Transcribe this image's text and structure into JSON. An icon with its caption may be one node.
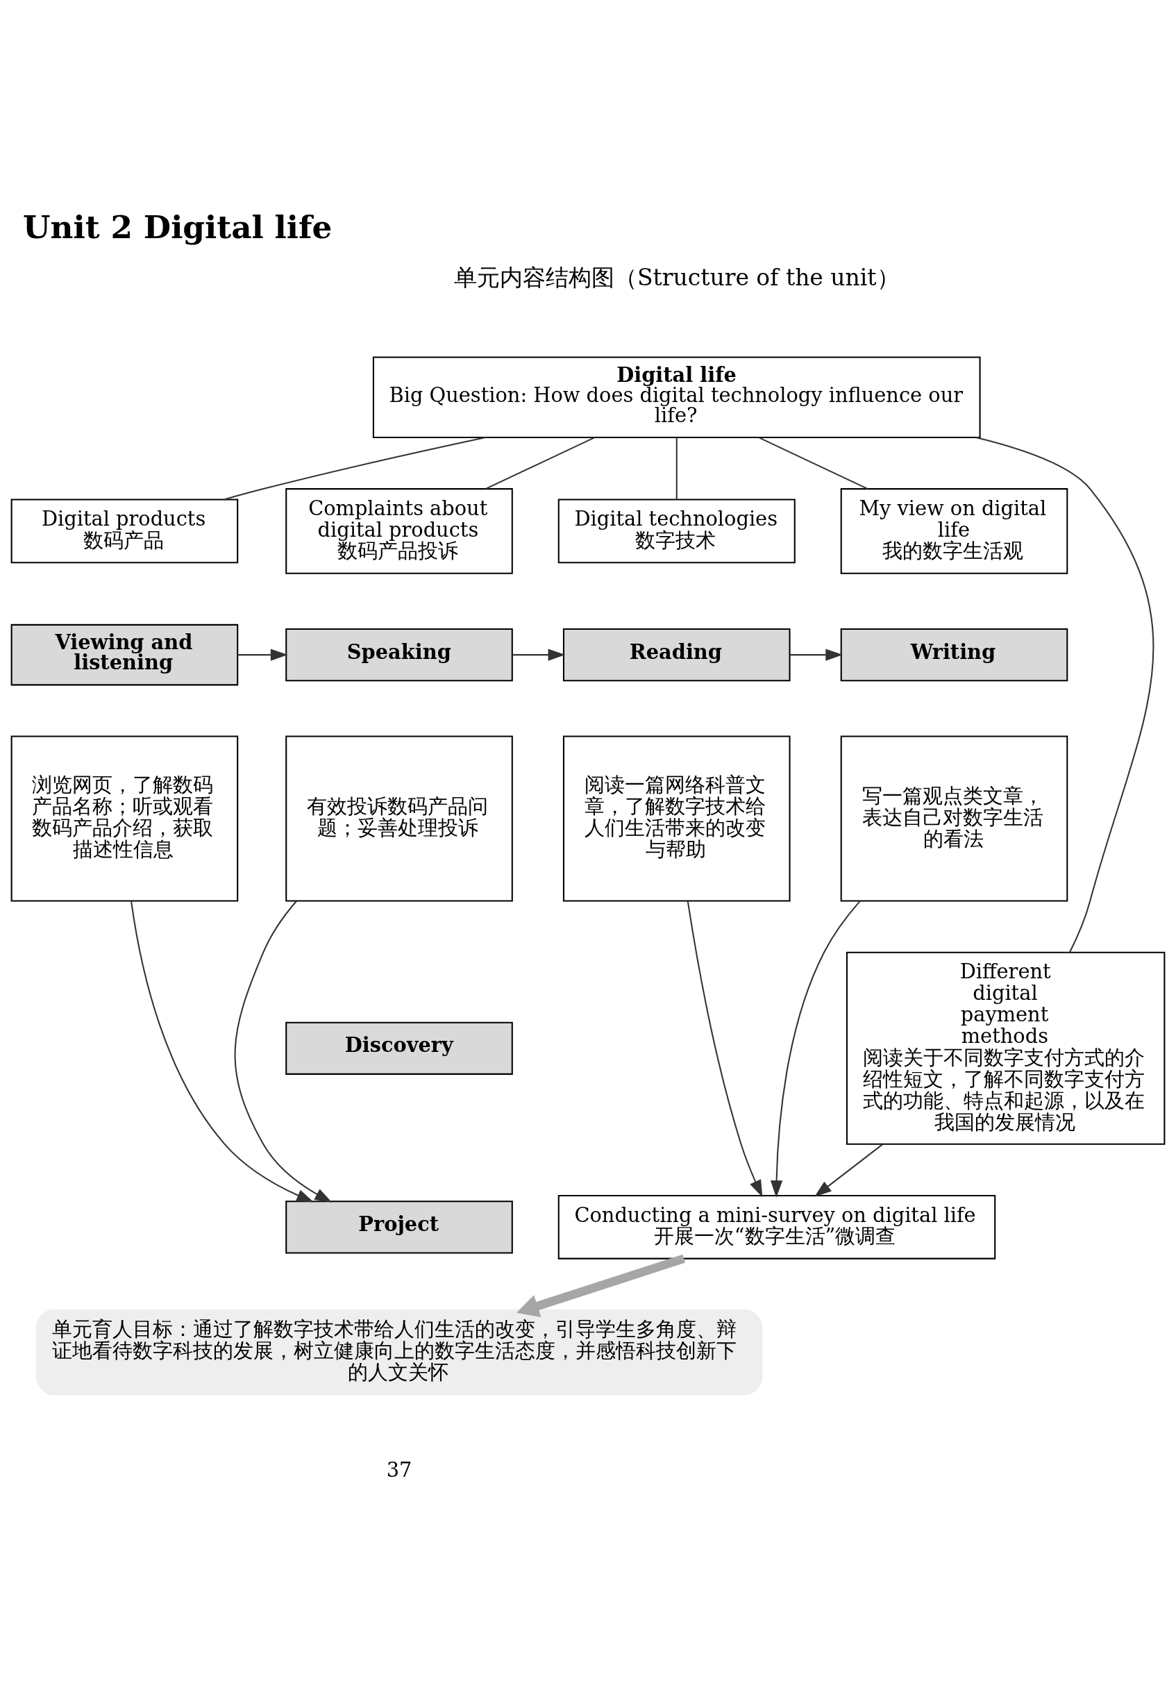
{
  "diagram": {
    "title": "Unit 2 Digital life",
    "nodes": [
      {
        "text": [
          "Digital life",
          "Big Question: How does digital technology influence our life?"
        ]
      },
      {
        "text": [
          "Digital products",
          "数码产品"
        ]
      },
      {
        "text": [
          "Viewing and listening"
        ]
      },
      {
        "text": [
          "浏览网页，了解数码产品名称；听或观看数码产品介绍，获取描述性信息"
        ]
      },
      {
        "text": [
          "Complaints about digital products",
          "数码产品投诉"
        ]
      },
      {
        "text": [
          "Speaking"
        ]
      },
      {
        "text": [
          "有效投诉数码产品问题；妥善处理投诉"
        ]
      },
      {
        "text": [
          "Digital technologies",
          "数字技术"
        ]
      },
      {
        "text": [
          "Reading"
        ]
      },
      {
        "text": [
          "阅读一篇网络科普文章，了解数字技术给人们生活带来的改变与帮助"
        ]
      },
      {
        "text": [
          "My view on digital life",
          "我的数字生活观"
        ]
      },
      {
        "text": [
          "Writing"
        ]
      },
      {
        "text": [
          "写一篇观点类文章，表达自己对数字生活的看法"
        ]
      },
      {
        "text": [
          "Discovery"
        ]
      },
      {
        "text": [
          "Different digital payment methods",
          "阅读关于不同数字支付方式的介绍性短文，了解不同数字支付方式的功能、特点和起源，以及在我国的发展情况"
        ]
      },
      {
        "text": [
          "Project"
        ]
      },
      {
        "text": [
          "Conducting a mini-survey on digital life",
          "开展一次“数字生活”微调查"
        ]
      },
      {
        "text": [
          "单元育人目标：通过了解数字技术带给人们生活的改变，引导学生多角度、辩证地看待数字科技的发展，树立健康向上的数字生活态度，并感悟科技创新下的人文关怀"
        ]
      }
    ],
    "edges": [
      {
        "from": 0,
        "to": 1,
        "arrow": "none"
      },
      {
        "from": 0,
        "to": 4,
        "arrow": "none"
      },
      {
        "from": 0,
        "to": 7,
        "arrow": "none"
      },
      {
        "from": 0,
        "to": 10,
        "arrow": "none"
      },
      {
        "from": 0,
        "to": 14,
        "arrow": "none"
      },
      {
        "from": 2,
        "to": 5,
        "arrow": "to"
      },
      {
        "from": 5,
        "to": 8,
        "arrow": "to"
      },
      {
        "from": 8,
        "to": 11,
        "arrow": "to"
      },
      {
        "from": 3,
        "to": 15,
        "arrow": "to"
      },
      {
        "from": 6,
        "to": 15,
        "arrow": "to"
      },
      {
        "from": 14,
        "to": 16,
        "arrow": "to"
      },
      {
        "from": 9,
        "to": 16,
        "arrow": "to"
      },
      {
        "from": 12,
        "to": 16,
        "arrow": "to"
      },
      {
        "from": 16,
        "to": 17,
        "arrow": "to",
        "style": "thick",
        "color": "#a6a6a6"
      }
    ],
    "labels": [
      "单元内容结构图（Structure of the unit）",
      "37"
    ]
  }
}
